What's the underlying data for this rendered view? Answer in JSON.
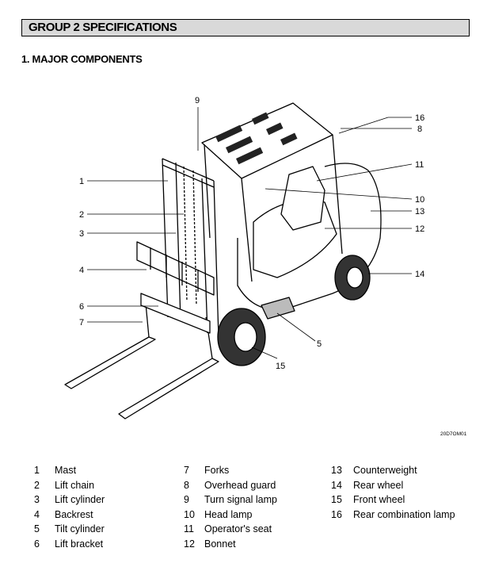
{
  "header": {
    "group_title": "GROUP 2  SPECIFICATIONS",
    "section_title": "1. MAJOR COMPONENTS"
  },
  "figure": {
    "code": "20D7OM01",
    "callouts": [
      "1",
      "2",
      "3",
      "4",
      "5",
      "6",
      "7",
      "8",
      "9",
      "10",
      "11",
      "12",
      "13",
      "14",
      "15",
      "16"
    ]
  },
  "legend": {
    "col1": [
      {
        "num": "1",
        "label": "Mast"
      },
      {
        "num": "2",
        "label": "Lift chain"
      },
      {
        "num": "3",
        "label": "Lift cylinder"
      },
      {
        "num": "4",
        "label": "Backrest"
      },
      {
        "num": "5",
        "label": "Tilt cylinder"
      },
      {
        "num": "6",
        "label": "Lift bracket"
      }
    ],
    "col2": [
      {
        "num": "7",
        "label": "Forks"
      },
      {
        "num": "8",
        "label": "Overhead guard"
      },
      {
        "num": "9",
        "label": "Turn signal lamp"
      },
      {
        "num": "10",
        "label": "Head lamp"
      },
      {
        "num": "11",
        "label": "Operator's seat"
      },
      {
        "num": "12",
        "label": "Bonnet"
      }
    ],
    "col3": [
      {
        "num": "13",
        "label": "Counterweight"
      },
      {
        "num": "14",
        "label": "Rear wheel"
      },
      {
        "num": "15",
        "label": "Front wheel"
      },
      {
        "num": "16",
        "label": "Rear combination lamp"
      }
    ]
  }
}
